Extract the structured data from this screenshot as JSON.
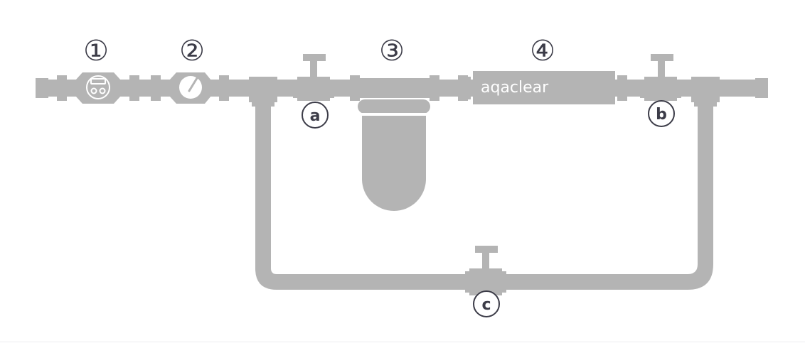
{
  "colors": {
    "pipe": "#b4b4b4",
    "ink": "#3c3c48",
    "highlight": "#ffffff"
  },
  "components": {
    "water_meter": {
      "number": "①",
      "icon": "water-meter-icon"
    },
    "pressure_reducer": {
      "number": "②",
      "icon": "pressure-gauge-icon"
    },
    "filter": {
      "number": "③",
      "icon": "filter-housing-icon"
    },
    "water_treatment": {
      "number": "④",
      "brand": "aqaclear",
      "icon": "treatment-unit-icon"
    }
  },
  "valves": {
    "a": {
      "label": "a"
    },
    "b": {
      "label": "b"
    },
    "c": {
      "label": "c"
    }
  }
}
